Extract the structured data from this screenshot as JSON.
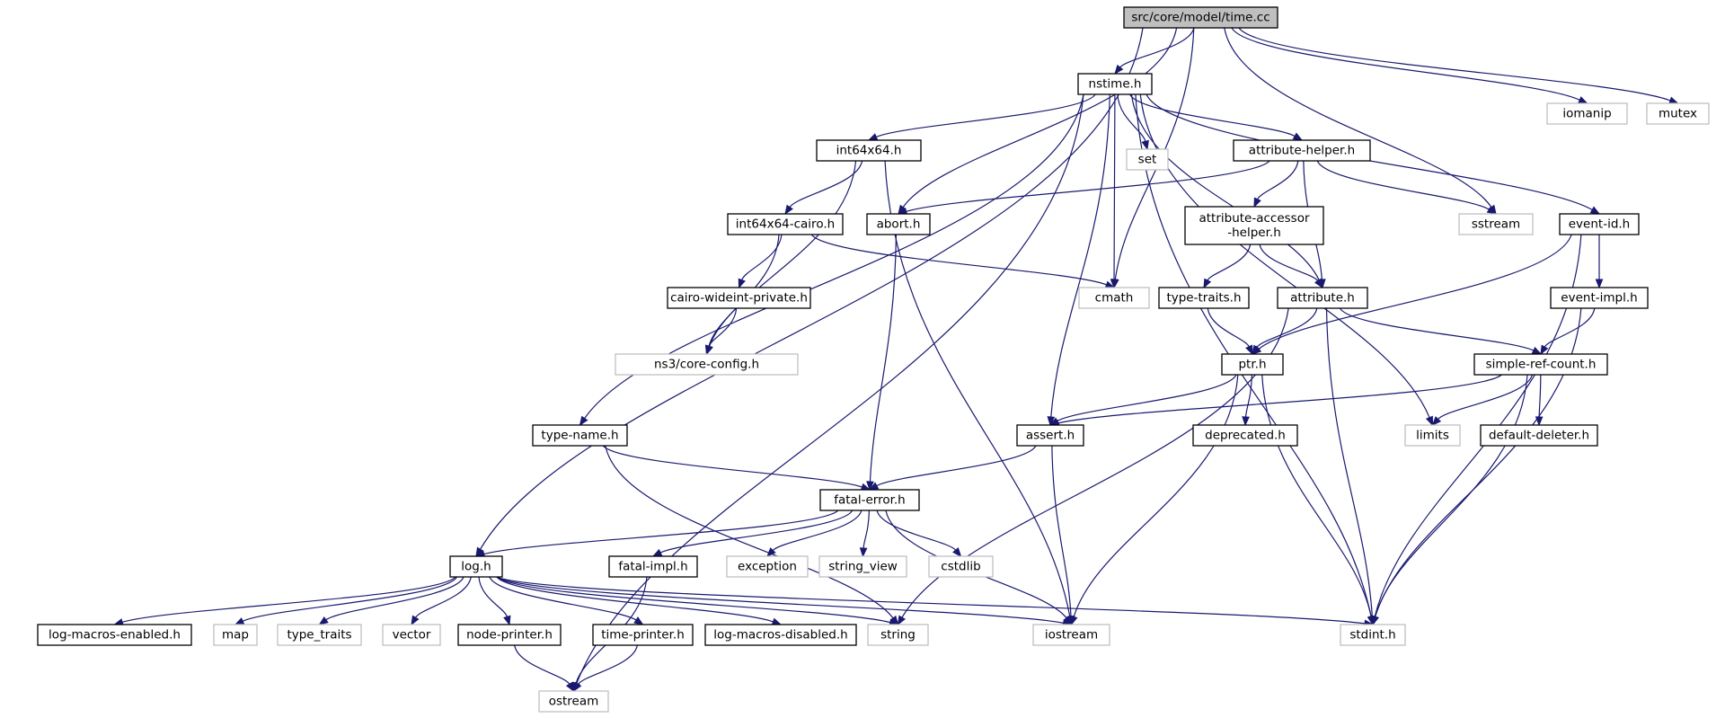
{
  "diagram": {
    "colors": {
      "edge": "#191970",
      "root_fill": "#bfbfbf",
      "local_border": "#000000",
      "system_border": "#bfbfbf"
    },
    "nodes": [
      {
        "id": "time_cc",
        "label": "src/core/model/time.cc",
        "kind": "root"
      },
      {
        "id": "nstime",
        "label": "nstime.h",
        "kind": "local"
      },
      {
        "id": "iomanip",
        "label": "iomanip",
        "kind": "system"
      },
      {
        "id": "mutex",
        "label": "mutex",
        "kind": "system"
      },
      {
        "id": "int64x64",
        "label": "int64x64.h",
        "kind": "local"
      },
      {
        "id": "set",
        "label": "set",
        "kind": "system"
      },
      {
        "id": "attribute_helper",
        "label": "attribute-helper.h",
        "kind": "local"
      },
      {
        "id": "abort",
        "label": "abort.h",
        "kind": "local"
      },
      {
        "id": "int64x64_cairo",
        "label": "int64x64-cairo.h",
        "kind": "local"
      },
      {
        "id": "attribute_accessor",
        "label": "attribute-accessor\n-helper.h",
        "kind": "local"
      },
      {
        "id": "sstream",
        "label": "sstream",
        "kind": "system"
      },
      {
        "id": "event_id",
        "label": "event-id.h",
        "kind": "local"
      },
      {
        "id": "cairo_wideint",
        "label": "cairo-wideint-private.h",
        "kind": "local"
      },
      {
        "id": "cmath",
        "label": "cmath",
        "kind": "system"
      },
      {
        "id": "type_traits_h",
        "label": "type-traits.h",
        "kind": "local"
      },
      {
        "id": "attribute",
        "label": "attribute.h",
        "kind": "local"
      },
      {
        "id": "event_impl",
        "label": "event-impl.h",
        "kind": "local"
      },
      {
        "id": "core_config",
        "label": "ns3/core-config.h",
        "kind": "system"
      },
      {
        "id": "ptr",
        "label": "ptr.h",
        "kind": "local"
      },
      {
        "id": "simple_ref",
        "label": "simple-ref-count.h",
        "kind": "local"
      },
      {
        "id": "type_name",
        "label": "type-name.h",
        "kind": "local"
      },
      {
        "id": "assert",
        "label": "assert.h",
        "kind": "local"
      },
      {
        "id": "deprecated",
        "label": "deprecated.h",
        "kind": "local"
      },
      {
        "id": "limits",
        "label": "limits",
        "kind": "system"
      },
      {
        "id": "default_deleter",
        "label": "default-deleter.h",
        "kind": "local"
      },
      {
        "id": "fatal_error",
        "label": "fatal-error.h",
        "kind": "local"
      },
      {
        "id": "log",
        "label": "log.h",
        "kind": "local"
      },
      {
        "id": "fatal_impl",
        "label": "fatal-impl.h",
        "kind": "local"
      },
      {
        "id": "exception",
        "label": "exception",
        "kind": "system"
      },
      {
        "id": "string_view",
        "label": "string_view",
        "kind": "system"
      },
      {
        "id": "cstdlib",
        "label": "cstdlib",
        "kind": "system"
      },
      {
        "id": "log_macros_enabled",
        "label": "log-macros-enabled.h",
        "kind": "local"
      },
      {
        "id": "map",
        "label": "map",
        "kind": "system"
      },
      {
        "id": "type_traits",
        "label": "type_traits",
        "kind": "system"
      },
      {
        "id": "vector",
        "label": "vector",
        "kind": "system"
      },
      {
        "id": "node_printer",
        "label": "node-printer.h",
        "kind": "local"
      },
      {
        "id": "time_printer",
        "label": "time-printer.h",
        "kind": "local"
      },
      {
        "id": "log_macros_disabled",
        "label": "log-macros-disabled.h",
        "kind": "local"
      },
      {
        "id": "string",
        "label": "string",
        "kind": "system"
      },
      {
        "id": "iostream",
        "label": "iostream",
        "kind": "system"
      },
      {
        "id": "stdint",
        "label": "stdint.h",
        "kind": "system"
      },
      {
        "id": "ostream",
        "label": "ostream",
        "kind": "system"
      }
    ],
    "edges": [
      [
        "time_cc",
        "nstime"
      ],
      [
        "time_cc",
        "iomanip"
      ],
      [
        "time_cc",
        "mutex"
      ],
      [
        "time_cc",
        "sstream"
      ],
      [
        "time_cc",
        "cmath"
      ],
      [
        "time_cc",
        "abort"
      ],
      [
        "time_cc",
        "log"
      ],
      [
        "nstime",
        "int64x64"
      ],
      [
        "nstime",
        "set"
      ],
      [
        "nstime",
        "attribute_helper"
      ],
      [
        "nstime",
        "event_id"
      ],
      [
        "nstime",
        "cmath"
      ],
      [
        "nstime",
        "limits"
      ],
      [
        "nstime",
        "attribute"
      ],
      [
        "nstime",
        "assert"
      ],
      [
        "nstime",
        "stdint"
      ],
      [
        "nstime",
        "type_name"
      ],
      [
        "nstime",
        "ostream"
      ],
      [
        "int64x64",
        "int64x64_cairo"
      ],
      [
        "int64x64",
        "core_config"
      ],
      [
        "int64x64",
        "iostream"
      ],
      [
        "attribute_helper",
        "abort"
      ],
      [
        "attribute_helper",
        "attribute_accessor"
      ],
      [
        "attribute_helper",
        "attribute"
      ],
      [
        "attribute_helper",
        "sstream"
      ],
      [
        "abort",
        "fatal_error"
      ],
      [
        "int64x64_cairo",
        "cairo_wideint"
      ],
      [
        "int64x64_cairo",
        "core_config"
      ],
      [
        "int64x64_cairo",
        "cmath"
      ],
      [
        "cairo_wideint",
        "core_config"
      ],
      [
        "attribute_accessor",
        "type_traits_h"
      ],
      [
        "attribute_accessor",
        "attribute"
      ],
      [
        "type_traits_h",
        "ptr"
      ],
      [
        "attribute",
        "ptr"
      ],
      [
        "attribute",
        "simple_ref"
      ],
      [
        "attribute",
        "stdint"
      ],
      [
        "attribute",
        "string"
      ],
      [
        "event_id",
        "ptr"
      ],
      [
        "event_id",
        "event_impl"
      ],
      [
        "event_id",
        "stdint"
      ],
      [
        "event_impl",
        "simple_ref"
      ],
      [
        "event_impl",
        "stdint"
      ],
      [
        "ptr",
        "assert"
      ],
      [
        "ptr",
        "deprecated"
      ],
      [
        "ptr",
        "stdint"
      ],
      [
        "ptr",
        "iostream"
      ],
      [
        "simple_ref",
        "assert"
      ],
      [
        "simple_ref",
        "limits"
      ],
      [
        "simple_ref",
        "default_deleter"
      ],
      [
        "simple_ref",
        "stdint"
      ],
      [
        "type_name",
        "fatal_error"
      ],
      [
        "type_name",
        "string"
      ],
      [
        "assert",
        "fatal_error"
      ],
      [
        "assert",
        "iostream"
      ],
      [
        "fatal_error",
        "log"
      ],
      [
        "fatal_error",
        "fatal_impl"
      ],
      [
        "fatal_error",
        "exception"
      ],
      [
        "fatal_error",
        "string_view"
      ],
      [
        "fatal_error",
        "cstdlib"
      ],
      [
        "fatal_error",
        "iostream"
      ],
      [
        "fatal_impl",
        "ostream"
      ],
      [
        "log",
        "log_macros_enabled"
      ],
      [
        "log",
        "map"
      ],
      [
        "log",
        "type_traits"
      ],
      [
        "log",
        "vector"
      ],
      [
        "log",
        "node_printer"
      ],
      [
        "log",
        "time_printer"
      ],
      [
        "log",
        "log_macros_disabled"
      ],
      [
        "log",
        "string"
      ],
      [
        "log",
        "iostream"
      ],
      [
        "log",
        "stdint"
      ],
      [
        "node_printer",
        "ostream"
      ],
      [
        "time_printer",
        "ostream"
      ]
    ]
  }
}
